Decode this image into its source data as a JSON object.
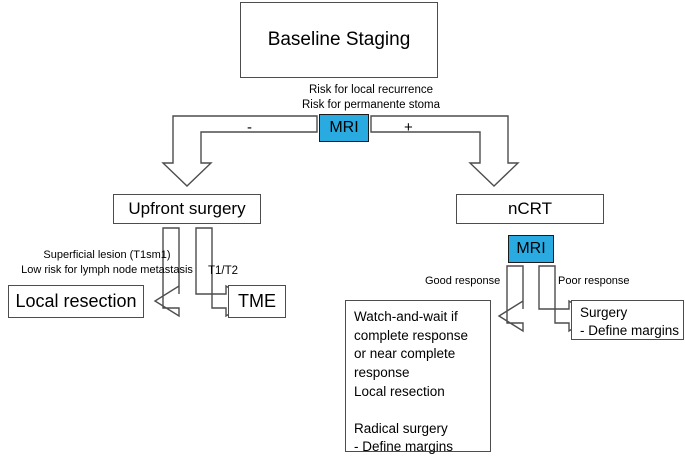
{
  "diagram": {
    "title": "Rectal cancer baseline staging and treatment decision flowchart",
    "accent_color": "#29ABE2",
    "box_border_color": "#4d4d4d"
  },
  "nodes": {
    "baseline_staging": "Baseline Staging",
    "upfront_surgery": "Upfront surgery",
    "ncrt": "nCRT",
    "local_resection": "Local resection",
    "tme": "TME",
    "watch_and_wait": "Watch-and-wait if\ncomplete response\nor near complete\nresponse\nLocal resection\n\nRadical surgery\n- Define margins",
    "surgery_define": "Surgery\n- Define margins"
  },
  "decisions": {
    "mri_baseline": "MRI",
    "mri_ncrt": "MRI"
  },
  "labels": {
    "risk_criteria": "Risk for local recurrence\nRisk for permanente stoma",
    "minus": "-",
    "plus": "+",
    "superficial": "Superficial lesion (T1sm1)\nLow risk for lymph node metastasis",
    "t1_t2": "T1/T2",
    "good_response": "Good response",
    "poor_response": "Poor response"
  },
  "edges": [
    {
      "name": "mri-negative-to-upfront-surgery",
      "from": "mri_baseline",
      "to": "upfront_surgery",
      "label": "-"
    },
    {
      "name": "mri-positive-to-ncrt",
      "from": "mri_baseline",
      "to": "ncrt",
      "label": "+"
    },
    {
      "name": "upfront-surgery-to-local-resection",
      "from": "upfront_surgery",
      "to": "local_resection",
      "label": "Superficial lesion (T1sm1) / Low risk for lymph node metastasis"
    },
    {
      "name": "upfront-surgery-to-tme",
      "from": "upfront_surgery",
      "to": "tme",
      "label": "T1/T2"
    },
    {
      "name": "mri-good-response-to-watch-and-wait",
      "from": "mri_ncrt",
      "to": "watch_and_wait",
      "label": "Good response"
    },
    {
      "name": "mri-poor-response-to-surgery",
      "from": "mri_ncrt",
      "to": "surgery_define",
      "label": "Poor response"
    }
  ]
}
